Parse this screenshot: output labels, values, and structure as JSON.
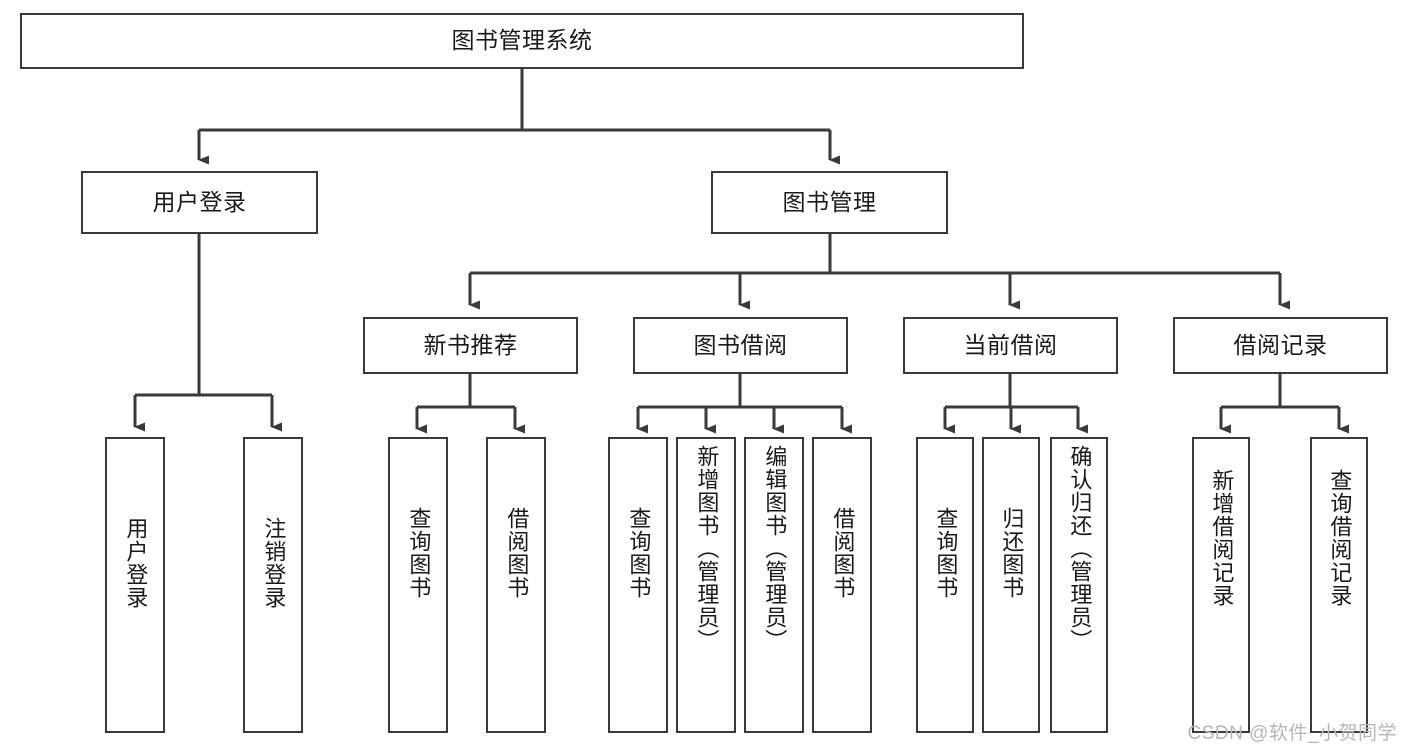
{
  "diagram": {
    "type": "tree-hierarchy",
    "title": "图书管理系统",
    "root": {
      "id": "root",
      "label": "图书管理系统"
    },
    "level2": [
      {
        "id": "user-login",
        "label": "用户登录"
      },
      {
        "id": "book-manage",
        "label": "图书管理"
      }
    ],
    "level3": [
      {
        "id": "new-book-rec",
        "label": "新书推荐",
        "parent": "book-manage"
      },
      {
        "id": "book-borrow",
        "label": "图书借阅",
        "parent": "book-manage"
      },
      {
        "id": "current-borrow",
        "label": "当前借阅",
        "parent": "book-manage"
      },
      {
        "id": "borrow-record",
        "label": "借阅记录",
        "parent": "book-manage"
      }
    ],
    "leaves": [
      {
        "id": "leaf-user-login",
        "label": "用户登录",
        "parent": "user-login"
      },
      {
        "id": "leaf-user-logout",
        "label": "注销登录",
        "parent": "user-login"
      },
      {
        "id": "leaf-rec-query-book",
        "label": "查询图书",
        "parent": "new-book-rec"
      },
      {
        "id": "leaf-rec-borrow-book",
        "label": "借阅图书",
        "parent": "new-book-rec"
      },
      {
        "id": "leaf-borrow-query-book",
        "label": "查询图书",
        "parent": "book-borrow"
      },
      {
        "id": "leaf-borrow-add-book",
        "label": "新增图书（管理员）",
        "parent": "book-borrow"
      },
      {
        "id": "leaf-borrow-edit-book",
        "label": "编辑图书（管理员）",
        "parent": "book-borrow"
      },
      {
        "id": "leaf-borrow-borrow-book",
        "label": "借阅图书",
        "parent": "book-borrow"
      },
      {
        "id": "leaf-current-query-book",
        "label": "查询图书",
        "parent": "current-borrow"
      },
      {
        "id": "leaf-current-return-book",
        "label": "归还图书",
        "parent": "current-borrow"
      },
      {
        "id": "leaf-current-confirm-return",
        "label": "确认归还（管理员）",
        "parent": "current-borrow"
      },
      {
        "id": "leaf-record-add",
        "label": "新增借阅记录",
        "parent": "borrow-record"
      },
      {
        "id": "leaf-record-query",
        "label": "查询借阅记录",
        "parent": "borrow-record"
      }
    ],
    "watermark": "CSDN @软件_小贺同学",
    "colors": {
      "stroke": "#3a3a3a",
      "fill": "#ffffff",
      "text": "#1a1a1a",
      "watermark": "#b6b6b6"
    }
  }
}
